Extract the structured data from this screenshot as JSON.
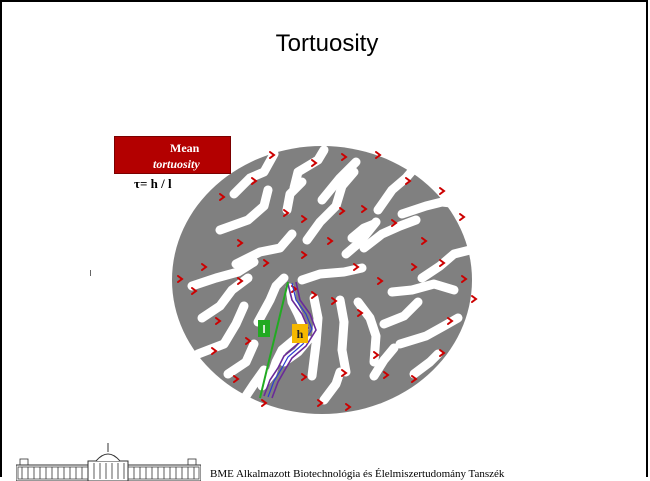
{
  "slide": {
    "title": "Tortuosity",
    "mean_box": {
      "line1": "Mean",
      "line2": "tortuosity"
    },
    "formula": "τ= h / l",
    "diagram_labels": {
      "l": "l",
      "h": "h"
    },
    "footer_text": "BME Alkalmazott Biotechnológia és Élelmiszertudomány Tanszék"
  },
  "colors": {
    "mean_box": "#b30000",
    "pore_background": "#808080",
    "channel": "#ffffff",
    "marker": "#cc0000",
    "l_label_bg": "#22aa22",
    "h_label_bg": "#f5b800",
    "straight_path": "#22aa22",
    "tortuous_path": "#6a2a9a"
  }
}
